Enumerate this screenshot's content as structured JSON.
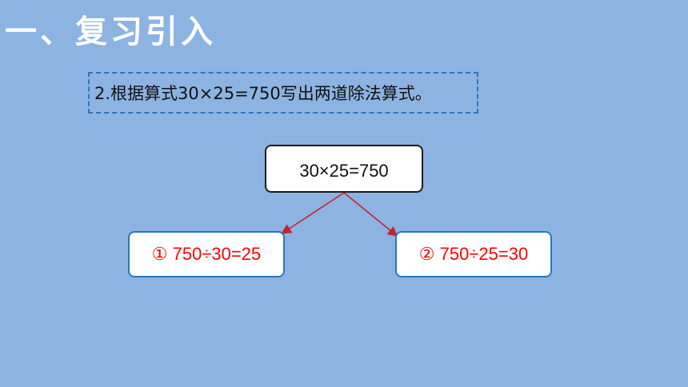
{
  "slide": {
    "title": "一、复习引入",
    "question": "2.根据算式30×25=750写出两道除法算式。",
    "root_equation": "30×25=750",
    "answers": [
      {
        "label": "① 750÷30=25"
      },
      {
        "label": "② 750÷25=30"
      }
    ]
  },
  "colors": {
    "background": "#8db3e2",
    "title": "#ffffff",
    "dashed_border": "#2e75b6",
    "answer_text": "#ff0000",
    "arrow": "#c0272d"
  }
}
